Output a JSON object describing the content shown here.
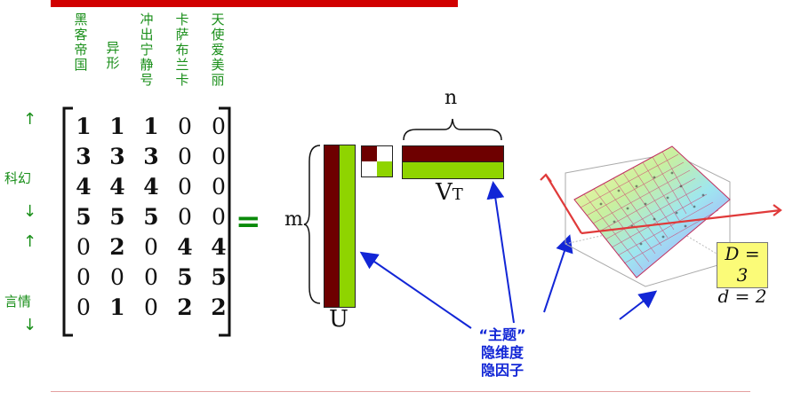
{
  "movies": [
    "黑客帝国",
    "异形",
    "冲出宁静号",
    "卡萨布兰卡",
    "天使爱美丽"
  ],
  "genres": {
    "scifi": "科幻",
    "romance": "言情"
  },
  "arrows": {
    "up": "↑",
    "down": "↓"
  },
  "matrix": [
    [
      "1",
      "1",
      "1",
      "0",
      "0"
    ],
    [
      "3",
      "3",
      "3",
      "0",
      "0"
    ],
    [
      "4",
      "4",
      "4",
      "0",
      "0"
    ],
    [
      "5",
      "5",
      "5",
      "0",
      "0"
    ],
    [
      "0",
      "2",
      "0",
      "4",
      "4"
    ],
    [
      "0",
      "0",
      "0",
      "5",
      "5"
    ],
    [
      "0",
      "1",
      "0",
      "2",
      "2"
    ]
  ],
  "equals": "=",
  "labels": {
    "m": "m",
    "n": "n",
    "U": "U",
    "V": "V",
    "T": "T"
  },
  "annotation": {
    "topic": "“主题”",
    "latent_dim": "隐维度",
    "latent_factor": "隐因子"
  },
  "dims": {
    "D": "D = 3",
    "d": "d = 2"
  },
  "colors": {
    "dark_red": "#6e0000",
    "green": "#8fd400",
    "arrow_blue": "#1226d6",
    "plane_red": "#e03a3a"
  }
}
